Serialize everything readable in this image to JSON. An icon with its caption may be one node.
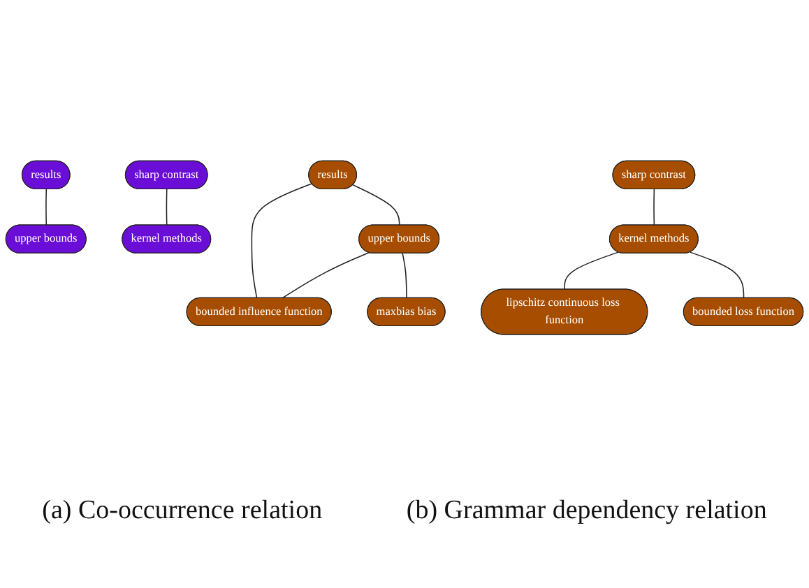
{
  "diagram": {
    "nodes": [
      {
        "text": [
          "results"
        ]
      },
      {
        "text": [
          "upper bounds"
        ]
      },
      {
        "text": [
          "sharp contrast"
        ]
      },
      {
        "text": [
          "kernel methods"
        ]
      },
      {
        "text": [
          "results"
        ]
      },
      {
        "text": [
          "upper bounds"
        ]
      },
      {
        "text": [
          "bounded influence function"
        ]
      },
      {
        "text": [
          "maxbias bias"
        ]
      },
      {
        "text": [
          "sharp contrast"
        ]
      },
      {
        "text": [
          "kernel methods"
        ]
      },
      {
        "text": [
          "lipschitz continuous loss function"
        ]
      },
      {
        "text": [
          "bounded loss function"
        ]
      }
    ],
    "edges": [
      {
        "from": 0,
        "to": 1,
        "arrow": "none"
      },
      {
        "from": 2,
        "to": 3,
        "arrow": "none"
      },
      {
        "from": 4,
        "to": 5,
        "arrow": "none"
      },
      {
        "from": 4,
        "to": 6,
        "arrow": "none"
      },
      {
        "from": 5,
        "to": 6,
        "arrow": "none"
      },
      {
        "from": 5,
        "to": 7,
        "arrow": "none"
      },
      {
        "from": 8,
        "to": 9,
        "arrow": "none"
      },
      {
        "from": 9,
        "to": 10,
        "arrow": "none"
      },
      {
        "from": 9,
        "to": 11,
        "arrow": "none"
      }
    ],
    "labels": [
      "(a) Co-occurrence relation",
      "(b) Grammar dependency relation"
    ]
  }
}
